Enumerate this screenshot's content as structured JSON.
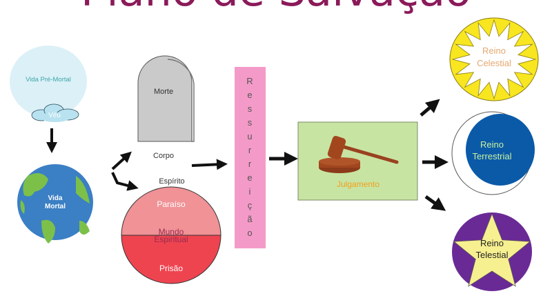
{
  "title": "Plano de Salvação",
  "pre_mortal": {
    "label": "Vida Pré-Mortal",
    "veil": "Véu"
  },
  "mortal": {
    "line1": "Vida",
    "line2": "Mortal"
  },
  "death": {
    "label": "Morte",
    "body": "Corpo",
    "spirit": "Espírito"
  },
  "spirit_world": {
    "paradise": "Paraíso",
    "line1": "Mundo",
    "line2": "Espiritual",
    "prison": "Prisão"
  },
  "resurrection": {
    "letters": [
      "R",
      "e",
      "s",
      "s",
      "u",
      "r",
      "r",
      "e",
      "i",
      "ç",
      "ã",
      "o"
    ]
  },
  "judgment": {
    "label": "Julgamento"
  },
  "kingdoms": {
    "celestial": {
      "line1": "Reino",
      "line2": "Celestial"
    },
    "terrestrial": {
      "line1": "Reino",
      "line2": "Terrestrial"
    },
    "telestial": {
      "line1": "Reino",
      "line2": "Telestial"
    }
  },
  "colors": {
    "title": "#8b1a5a",
    "resurrection": "#f49ac8",
    "judgment": "#c8e4a2",
    "celestial": "#f7e620",
    "terrestrial": "#0b5aa8",
    "telestial": "#6a2a96"
  }
}
